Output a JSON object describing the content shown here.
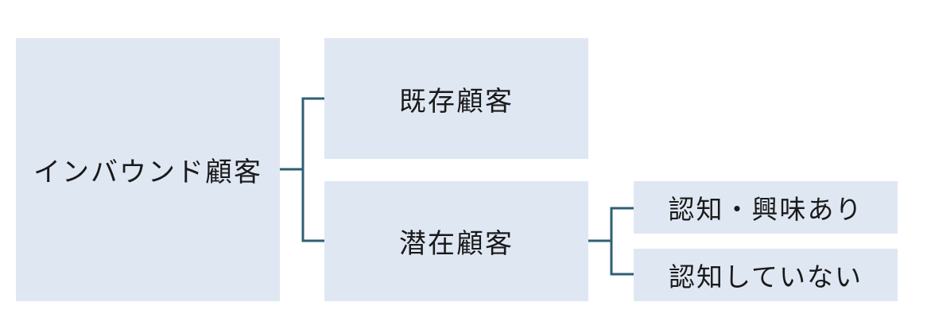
{
  "diagram": {
    "root": {
      "label": "インバウンド顧客"
    },
    "children": [
      {
        "label": "既存顧客"
      },
      {
        "label": "潜在顧客",
        "children": [
          {
            "label": "認知・興味あり"
          },
          {
            "label": "認知していない"
          }
        ]
      }
    ],
    "colors": {
      "box_fill": "#dfe7f3",
      "connector": "#2f5f73",
      "text": "#1a1a1a"
    }
  }
}
